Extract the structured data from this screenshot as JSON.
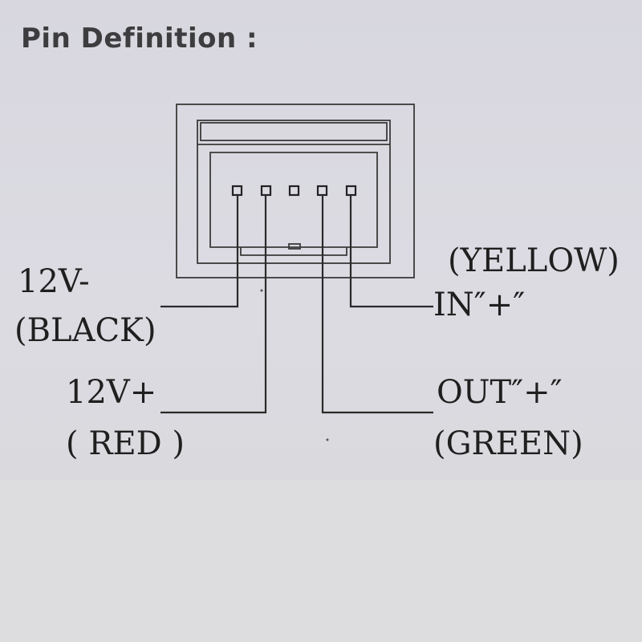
{
  "title": "Pin Definition :",
  "pins": [
    {
      "voltage": "12V-",
      "color": "(BLACK)"
    },
    {
      "voltage": "12V+",
      "color": "( RED )"
    },
    {
      "voltage": "OUT″+″",
      "color": "(GREEN)"
    },
    {
      "voltage": "IN″+″",
      "color": "(YELLOW)"
    }
  ]
}
